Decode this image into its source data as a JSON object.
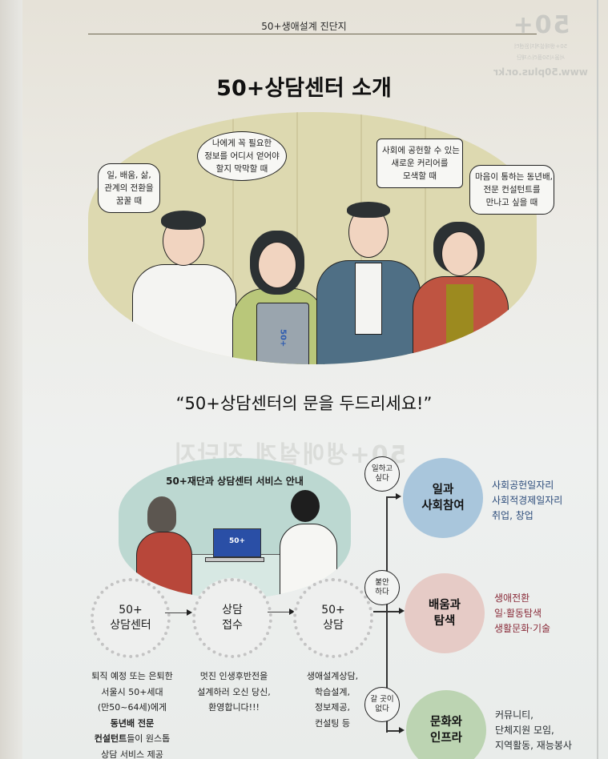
{
  "header": {
    "section_title": "50+생애설계 진단지",
    "ghost_logo": {
      "mark": "50+",
      "org_line1": "50+생애설계지원센터",
      "org_line2": "서울시50플러스재단",
      "url": "www.50plus.or.kr"
    }
  },
  "page_title": "50+상담센터 소개",
  "speech_bubbles": [
    {
      "lines": [
        "일, 배움, 삶,",
        "관계의 전환을",
        "꿈꿀 때"
      ]
    },
    {
      "lines": [
        "나에게 꼭 필요한",
        "정보를 어디서 얻어야",
        "할지 막막할 때"
      ]
    },
    {
      "lines": [
        "사회에 공헌할 수 있는",
        "새로운 커리어를",
        "모색할 때"
      ]
    },
    {
      "lines": [
        "마음이 통하는 동년배,",
        "전문 컨설턴트를",
        "만나고 싶을 때"
      ]
    }
  ],
  "tablet_logo": "50+",
  "quote": "“50+상담센터의 문을 두드리세요!”",
  "ghost_mirror_text": "50+생애설계 진단지",
  "counsel_illustration": {
    "title": "50+재단과 상담센터 서비스 안내",
    "laptop_logo": "50+"
  },
  "process_steps": [
    {
      "lines": [
        "50+",
        "상담센터"
      ]
    },
    {
      "lines": [
        "상담",
        "접수"
      ]
    },
    {
      "lines": [
        "50+",
        "상담"
      ]
    }
  ],
  "step_descriptions": [
    {
      "lines": [
        "퇴직 예정 또는 은퇴한",
        "서울시 50+세대",
        "(만50~64세)에게"
      ],
      "bold_lines": [
        "동년배 전문",
        "컨설턴트"
      ],
      "tail": [
        "들이 원스톱",
        "상담 서비스 제공"
      ]
    },
    {
      "lines": [
        "멋진 인생후반전을",
        "설계하러 오신 당신,",
        "환영합니다!!!"
      ]
    },
    {
      "lines": [
        "생애설계상담,",
        "학습설계,",
        "정보제공,",
        "컨설팅 등"
      ]
    }
  ],
  "feelings": [
    {
      "lines": [
        "일하고",
        "싶다"
      ]
    },
    {
      "lines": [
        "불안",
        "하다"
      ]
    },
    {
      "lines": [
        "갈 곳이",
        "없다"
      ]
    }
  ],
  "outcomes": [
    {
      "lines": [
        "일과",
        "사회참여"
      ],
      "color": "#a9c6dc",
      "text_color": "#2b4b7a",
      "items": [
        "사회공헌일자리",
        "사회적경제일자리",
        "취업, 창업"
      ]
    },
    {
      "lines": [
        "배움과",
        "탐색"
      ],
      "color": "#e6cbc6",
      "text_color": "#8a2c3a",
      "items": [
        "생애전환",
        "일·활동탐색",
        "생활문화·기술"
      ]
    },
    {
      "lines": [
        "문화와",
        "인프라"
      ],
      "color": "#bcd4b2",
      "text_color": "#2a2f33",
      "items": [
        "커뮤니티,",
        "단체지원 모임,",
        "지역활동, 재능봉사"
      ]
    }
  ]
}
